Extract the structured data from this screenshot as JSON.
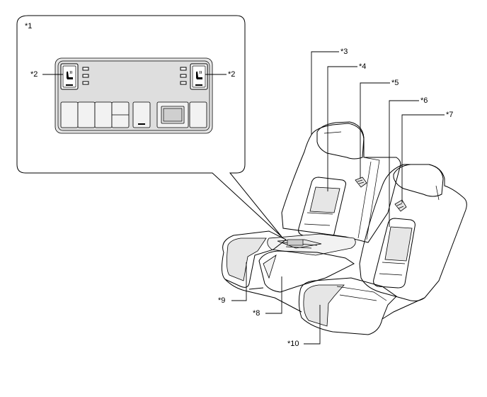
{
  "callouts": {
    "c1": "*1",
    "c2_left": "*2",
    "c2_right": "*2",
    "c3": "*3",
    "c4": "*4",
    "c5": "*5",
    "c6": "*6",
    "c7": "*7",
    "c8": "*8",
    "c9": "*9",
    "c10": "*10"
  },
  "icons": {
    "seat_heater_switch": "seat-heater-icon",
    "seatbelt_buckle": "seatbelt-anchor-icon"
  }
}
